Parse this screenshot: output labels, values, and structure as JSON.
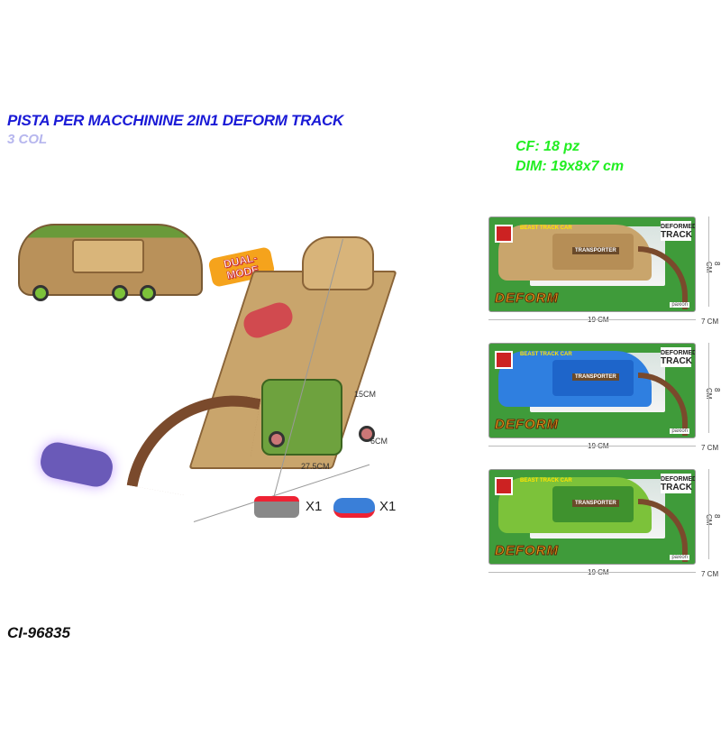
{
  "header": {
    "title": "PISTA PER MACCHININE 2IN1 DEFORM TRACK",
    "colors": "3 COL"
  },
  "info": {
    "cf": "CF: 18 pz",
    "dim": "DIM: 19x8x7 cm"
  },
  "product": {
    "dual_mode": "DUAL-MODE",
    "height": "15CM",
    "depth": "6CM",
    "length": "27.5CM",
    "car1_qty": "X1",
    "car2_qty": "X1"
  },
  "boxes": [
    {
      "color": "#3f9b3a",
      "truck": "#c9a56c",
      "trailer": "#b58c55",
      "beast": "BEAST TRACK CAR",
      "transporter": "TRANSPORTER",
      "deformed": "DEFORMED",
      "track": "TRACK",
      "deform": "DEFORM",
      "brand": "paxion",
      "w": "19 CM",
      "h": "8 CM",
      "d": "7 CM"
    },
    {
      "color": "#3f9b3a",
      "truck": "#2f7fe0",
      "trailer": "#1e64c8",
      "beast": "BEAST TRACK CAR",
      "transporter": "TRANSPORTER",
      "deformed": "DEFORMED",
      "track": "TRACK",
      "deform": "DEFORM",
      "brand": "paxion",
      "w": "19 CM",
      "h": "8 CM",
      "d": "7 CM"
    },
    {
      "color": "#3f9b3a",
      "truck": "#7cc23a",
      "trailer": "#3c8f2d",
      "beast": "BEAST TRACK CAR",
      "transporter": "TRANSPORTER",
      "deformed": "DEFORMED",
      "track": "TRACK",
      "deform": "DEFORM",
      "brand": "paxion",
      "w": "19 CM",
      "h": "8 CM",
      "d": "7 CM"
    }
  ],
  "footer": {
    "code": "CI-96835"
  }
}
